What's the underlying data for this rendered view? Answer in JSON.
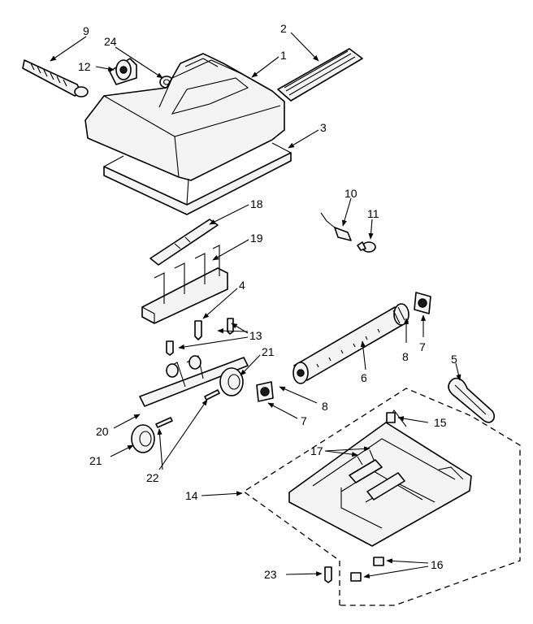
{
  "callouts": {
    "c1": "1",
    "c2": "2",
    "c3": "3",
    "c4": "4",
    "c5": "5",
    "c6": "6",
    "c7a": "7",
    "c7b": "7",
    "c8a": "8",
    "c8b": "8",
    "c9": "9",
    "c10": "10",
    "c11": "11",
    "c12": "12",
    "c13": "13",
    "c14": "14",
    "c15": "15",
    "c16": "16",
    "c17": "17",
    "c18": "18",
    "c19": "19",
    "c20": "20",
    "c21a": "21",
    "c21b": "21",
    "c22": "22",
    "c23": "23",
    "c24": "24"
  },
  "colors": {
    "line": "#000000",
    "background": "#ffffff",
    "fill": "#f4f4f4"
  }
}
